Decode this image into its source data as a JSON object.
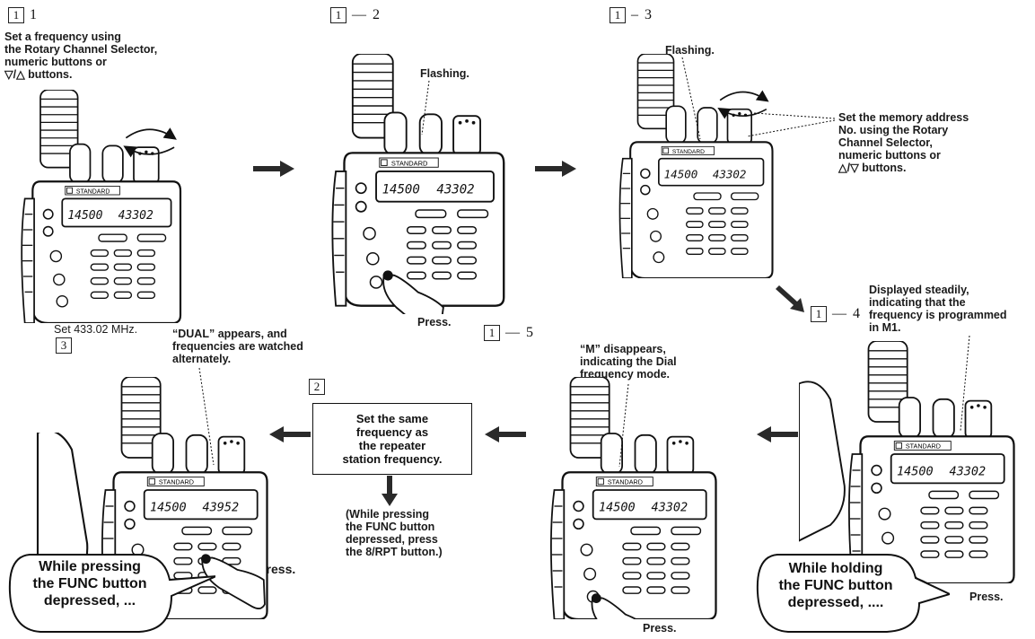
{
  "steps": {
    "s1_1": {
      "num": "1",
      "sub": "1"
    },
    "s1_2": {
      "num": "1",
      "sep": "—",
      "sub": "2"
    },
    "s1_3": {
      "num": "1",
      "sep": "–",
      "sub": "3"
    },
    "s1_4": {
      "num": "1",
      "sep": "—",
      "sub": "4"
    },
    "s1_5": {
      "num": "1",
      "sep": "—",
      "sub": "5"
    },
    "s2": {
      "num": "2"
    },
    "s3": {
      "num": "3"
    }
  },
  "notes": {
    "n1_line1": "Set a frequency using",
    "n1_line2": "the Rotary Channel Selector,",
    "n1_line3": "numeric buttons or",
    "n1_line4": "▽/△ buttons.",
    "n1_bottom": "Set 433.02 MHz.",
    "n2_flash": "Flashing.",
    "n2_press": "Press.",
    "n3_flash": "Flashing.",
    "n3_line1": "Set the memory address",
    "n3_line2": "No. using the Rotary",
    "n3_line3": "Channel Selector,",
    "n3_line4": "numeric buttons or",
    "n3_line5": "△/▽ buttons.",
    "n4_line1": "Displayed steadily,",
    "n4_line2": "indicating that the",
    "n4_line3": "frequency is programmed",
    "n4_line4": "in M1.",
    "n4_press": "Press.",
    "n4_call1": "While holding",
    "n4_call2": "the FUNC button",
    "n4_call3": "depressed, ....",
    "n5_line1": "“M” disappears,",
    "n5_line2": "indicating the Dial",
    "n5_line3": "frequency mode.",
    "n5_press": "Press.",
    "b2_line1": "Set the same",
    "b2_line2": "frequency as",
    "b2_line3": "the repeater",
    "b2_line4": "station frequency.",
    "b2_sub1": "(While pressing",
    "b2_sub2": "the FUNC button",
    "b2_sub3": "depressed, press",
    "b2_sub4": "the 8/RPT button.)",
    "n3b_line1": "“DUAL” appears, and",
    "n3b_line2": "frequencies are watched",
    "n3b_line3": "alternately.",
    "n3b_press": "press.",
    "n3b_call1": "While pressing",
    "n3b_call2": "the FUNC button",
    "n3b_call3": "depressed, ..."
  },
  "radios": {
    "brand": "STANDARD",
    "r1": {
      "left": "14500",
      "right": "43302"
    },
    "r2": {
      "left": "14500",
      "right": "43302"
    },
    "r3": {
      "left": "14500",
      "right": "43302"
    },
    "r4": {
      "left": "14500",
      "right": "43302"
    },
    "r5": {
      "left": "14500",
      "right": "43302"
    },
    "r6": {
      "left": "14500",
      "right": "43952"
    }
  },
  "colors": {
    "ink": "#111111",
    "arrow": "#2a2a2a",
    "paper": "#ffffff"
  }
}
